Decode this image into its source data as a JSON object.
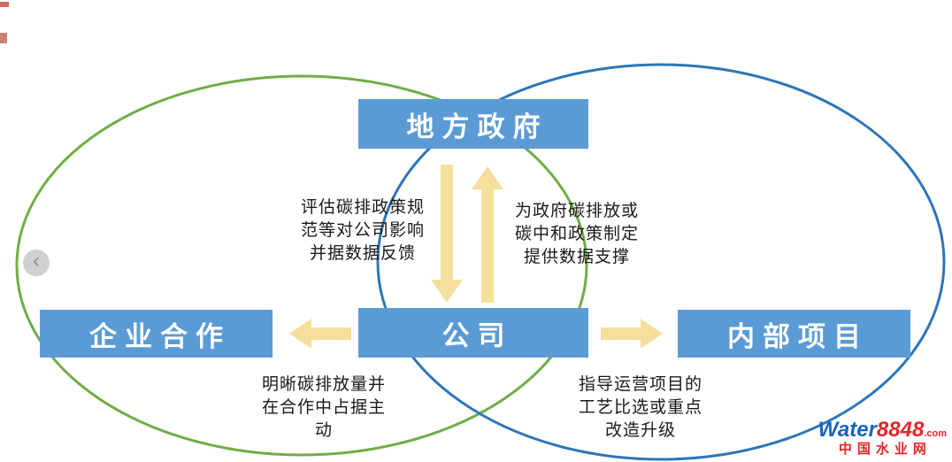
{
  "colors": {
    "box_blue": "#5B9BD5",
    "ellipse_green": "#70AD47",
    "ellipse_blue": "#2E75B6",
    "arrow_yellow": "#F5E09B",
    "logo_blue": "#1565C0",
    "logo_red": "#E8262A"
  },
  "nodes": {
    "government": "地方政府",
    "company": "公司",
    "cooperation": "企业合作",
    "internal_project": "内部项目"
  },
  "annotations": {
    "gov_to_company": "评估碳排政策规\n范等对公司影响\n并据数据反馈",
    "company_to_gov": "为政府碳排放或\n碳中和政策制定\n提供数据支撑",
    "company_to_cooperation": "明晰碳排放量并\n在合作中占据主\n动",
    "company_to_internal": "指导运营项目的\n工艺比选或重点\n改造升级"
  },
  "nav": {
    "prev_icon": "‹"
  },
  "logo": {
    "brand": "Water",
    "number": "8848",
    "domain": ".com",
    "subtitle": "中国水业网"
  }
}
